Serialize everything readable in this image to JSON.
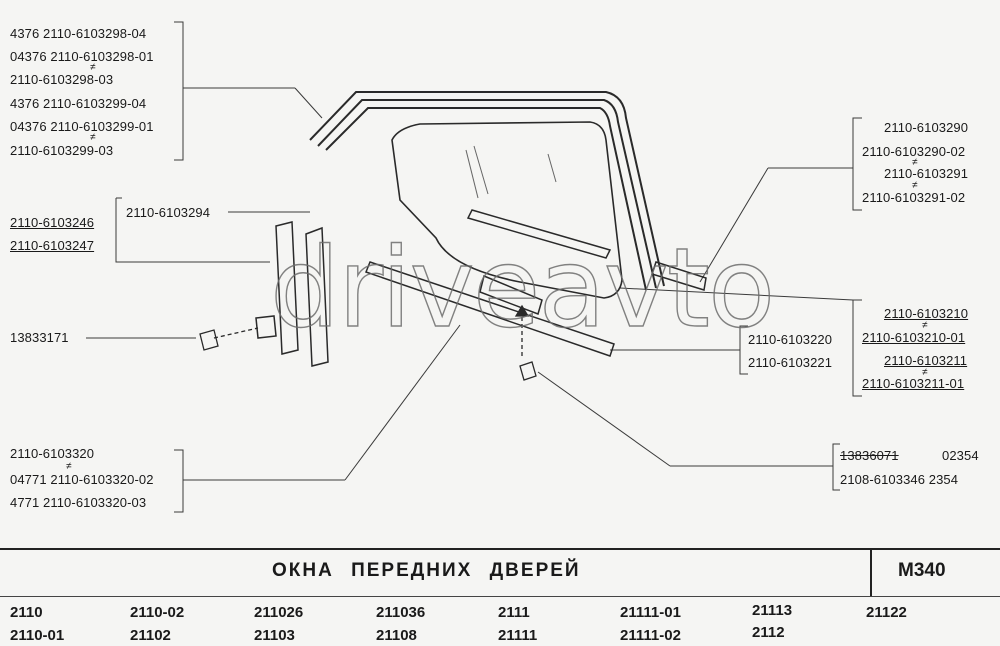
{
  "labels_top_left": [
    "4376  2110-6103298-04",
    "04376  2110-6103298-01",
    "2110-6103298-03",
    "4376  2110-6103299-04",
    "04376  2110-6103299-01",
    "2110-6103299-03"
  ],
  "labels_mid_left": [
    "2110-6103246",
    "2110-6103247"
  ],
  "label_guide": "2110-6103294",
  "label_bolt": "13833171",
  "labels_bottom_left": [
    "2110-6103320",
    "04771  2110-6103320-02",
    "4771  2110-6103320-03"
  ],
  "labels_top_right": [
    "2110-6103290",
    "2110-6103290-02",
    "2110-6103291",
    "2110-6103291-02"
  ],
  "labels_center_right": [
    "2110-6103220",
    "2110-6103221"
  ],
  "labels_right": [
    "2110-6103210",
    "2110-6103210-01",
    "2110-6103211",
    "2110-6103211-01"
  ],
  "labels_bottom_right": [
    "13836071",
    "02354",
    "2108-6103346  2354"
  ],
  "neq_symbol": "≠",
  "watermark": "driveavto",
  "footer": {
    "title": "ОКНА   ПЕРЕДНИХ   ДВЕРЕЙ",
    "code": "М340",
    "models_row1": [
      "2110",
      "2110-02",
      "211026",
      "211036",
      "2111",
      "21111-01",
      "21113",
      "21122"
    ],
    "models_row2": [
      "2110-01",
      "21102",
      "21103",
      "21108",
      "21111",
      "21111-02",
      "2112"
    ]
  }
}
